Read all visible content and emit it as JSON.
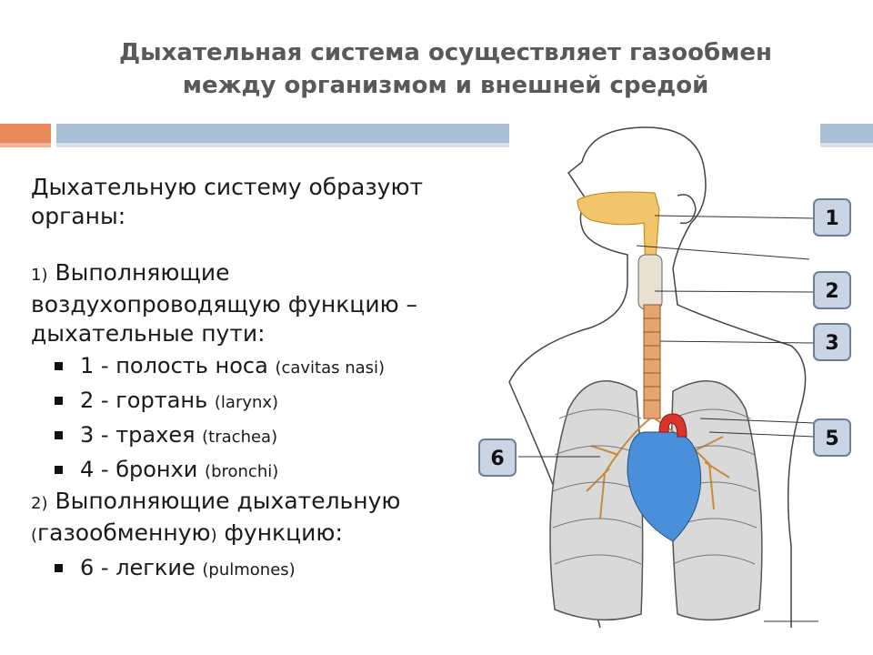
{
  "title_line1": "Дыхательная система осуществляет газообмен",
  "title_line2": "между организмом и внешней средой",
  "intro_line1": "Дыхательную систему образуют",
  "intro_line2": "органы:",
  "group1": {
    "number": "1)",
    "line1": "Выполняющие",
    "line2": "воздухопроводящую функцию –",
    "line3": "дыхательные пути:"
  },
  "items1": [
    {
      "ru": "1 - полость носа",
      "latin": "(cavitas nasi)"
    },
    {
      "ru": "2 - гортань",
      "latin": "(larynx)"
    },
    {
      "ru": "3 - трахея",
      "latin": "(trachea)"
    },
    {
      "ru": "4 - бронхи",
      "latin": "(bronchi)"
    }
  ],
  "group2": {
    "number": "2)",
    "line1": "Выполняющие дыхательную",
    "line2_open": "(",
    "line2_word": "газообменную",
    "line2_close": ")",
    "line2_rest": " функцию:"
  },
  "items2": [
    {
      "ru": "6 - легкие",
      "latin": "(pulmones)"
    }
  ],
  "labels": [
    "1",
    "2",
    "3",
    "5",
    "6"
  ],
  "colors": {
    "title": "#595959",
    "accent_orange": "#e8875a",
    "accent_blue": "#a9bfd6",
    "badge": "#c9d5e3"
  }
}
